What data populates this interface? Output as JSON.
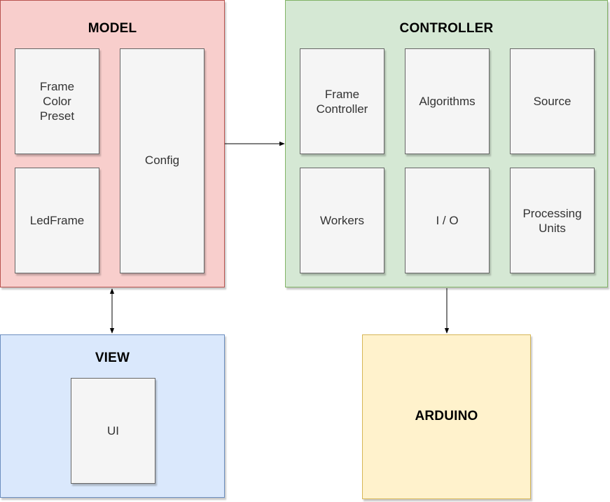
{
  "colors": {
    "model_fill": "#f8cecc",
    "model_stroke": "#b85450",
    "controller_fill": "#d5e8d4",
    "controller_stroke": "#82b366",
    "view_fill": "#dae8fc",
    "view_stroke": "#6c8ebf",
    "arduino_fill": "#fff2cc",
    "arduino_stroke": "#d6b656",
    "box_fill": "#f5f5f5",
    "box_stroke": "#666666",
    "connector": "#000000"
  },
  "model": {
    "title": "MODEL",
    "items": [
      {
        "label": "Frame\nColor\nPreset"
      },
      {
        "label": "LedFrame"
      },
      {
        "label": "Config"
      }
    ]
  },
  "controller": {
    "title": "CONTROLLER",
    "items": [
      {
        "label": "Frame\nController"
      },
      {
        "label": "Algorithms"
      },
      {
        "label": "Source"
      },
      {
        "label": "Workers"
      },
      {
        "label": "I / O"
      },
      {
        "label": "Processing\nUnits"
      }
    ]
  },
  "view": {
    "title": "VIEW",
    "items": [
      {
        "label": "UI"
      }
    ]
  },
  "arduino": {
    "title": "ARDUINO"
  },
  "connectors": [
    {
      "from": "MODEL",
      "to": "CONTROLLER",
      "arrow": "end"
    },
    {
      "from": "MODEL",
      "to": "VIEW",
      "arrow": "both"
    },
    {
      "from": "CONTROLLER",
      "to": "ARDUINO",
      "arrow": "end"
    }
  ]
}
